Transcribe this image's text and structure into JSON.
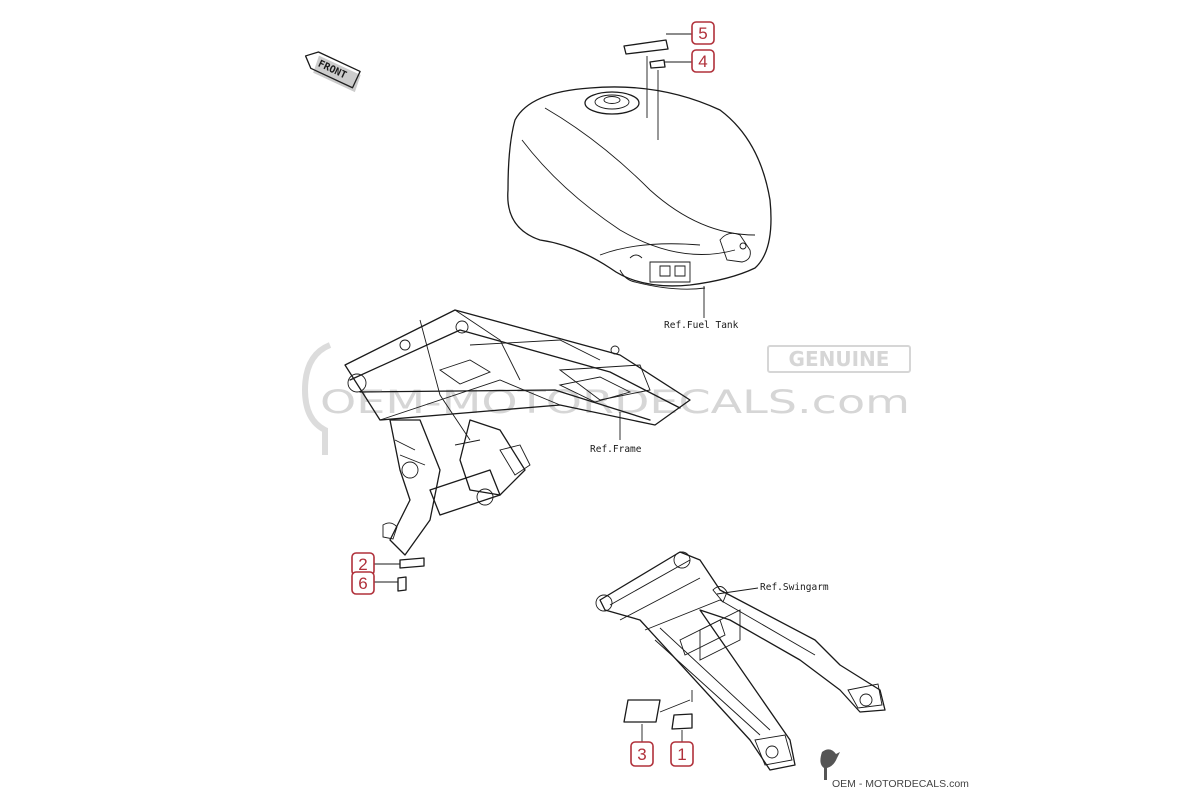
{
  "front_arrow": {
    "label": "FRONT"
  },
  "references": {
    "fuel_tank": "Ref.Fuel Tank",
    "frame": "Ref.Frame",
    "swingarm": "Ref.Swingarm"
  },
  "callouts": [
    {
      "num": "5"
    },
    {
      "num": "4"
    },
    {
      "num": "2"
    },
    {
      "num": "6"
    },
    {
      "num": "3"
    },
    {
      "num": "1"
    }
  ],
  "watermark": {
    "badge": "GENUINE",
    "text": "OEM-MOTORDECALS.com"
  },
  "footer": {
    "brand": "OEM - MOTORDECALS.com"
  },
  "colors": {
    "callout": "#b0303a",
    "line": "#1a1a1a",
    "watermark": "#d6d6d6"
  }
}
